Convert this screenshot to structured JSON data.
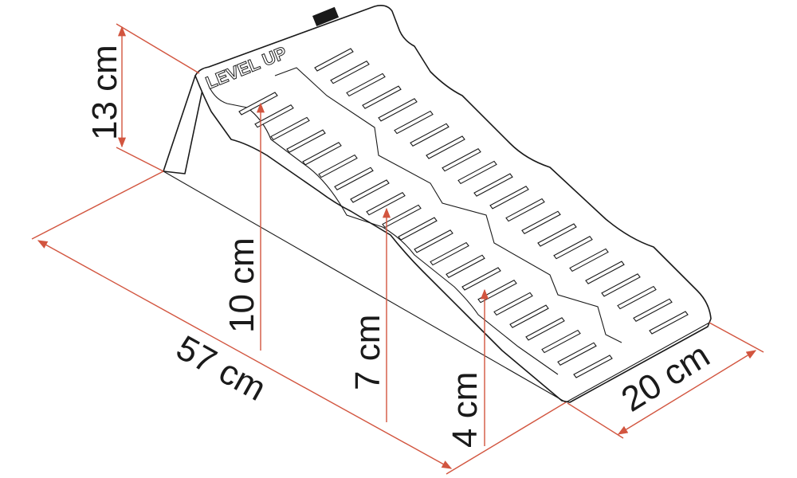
{
  "product": {
    "logo_text": "LEVEL UP"
  },
  "dimensions": {
    "height_max": "13 cm",
    "step_1": "10 cm",
    "step_2": "7 cm",
    "step_3": "4 cm",
    "length": "57 cm",
    "width": "20 cm"
  },
  "colors": {
    "dimension_line": "#d2553f",
    "outline": "#1a1a1a"
  }
}
